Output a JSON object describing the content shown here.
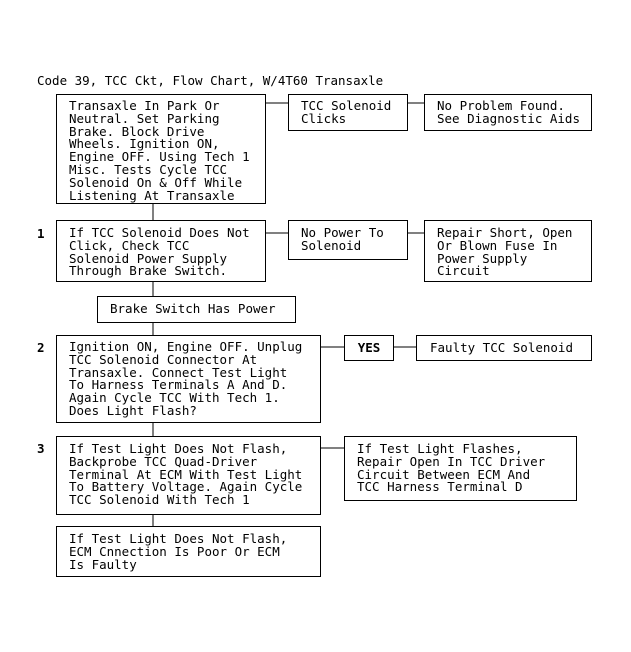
{
  "title": "Code 39, TCC Ckt, Flow Chart, W/4T60 Transaxle",
  "steps": [
    "1",
    "2",
    "3"
  ],
  "boxes": {
    "start": [
      "Transaxle In Park Or",
      "Neutral. Set Parking",
      "Brake. Block Drive",
      "Wheels. Ignition ON,",
      "Engine OFF. Using Tech 1",
      "Misc. Tests Cycle TCC",
      "Solenoid On & Off While",
      "Listening At Transaxle"
    ],
    "clicks": [
      "TCC Solenoid",
      "Clicks"
    ],
    "no_problem": [
      "No Problem Found.",
      "See Diagnostic Aids"
    ],
    "step1": [
      "If TCC Solenoid Does Not",
      "Click, Check TCC",
      "Solenoid Power Supply",
      "Through Brake Switch."
    ],
    "no_power": [
      "No Power To",
      "Solenoid"
    ],
    "repair_short": [
      "Repair Short, Open",
      "Or Blown Fuse In",
      "Power Supply",
      "Circuit"
    ],
    "brake_power": [
      "Brake Switch Has Power"
    ],
    "step2": [
      "Ignition ON, Engine OFF. Unplug",
      "TCC Solenoid Connector At",
      "Transaxle. Connect Test Light",
      "To Harness Terminals A And D.",
      "Again Cycle TCC With Tech 1.",
      "Does Light Flash?"
    ],
    "yes": [
      "YES"
    ],
    "faulty": [
      "Faulty TCC Solenoid"
    ],
    "step3": [
      "If Test Light Does Not Flash,",
      "Backprobe TCC Quad-Driver",
      "Terminal At ECM With Test Light",
      "To Battery Voltage. Again Cycle",
      "TCC Solenoid With Tech 1"
    ],
    "flashes": [
      "If Test Light Flashes,",
      "Repair Open In TCC Driver",
      "Circuit Between ECM And",
      "TCC Harness Terminal D"
    ],
    "ecm": [
      "If Test Light Does Not Flash,",
      "ECM Cnnection Is Poor Or ECM",
      "Is Faulty"
    ]
  }
}
